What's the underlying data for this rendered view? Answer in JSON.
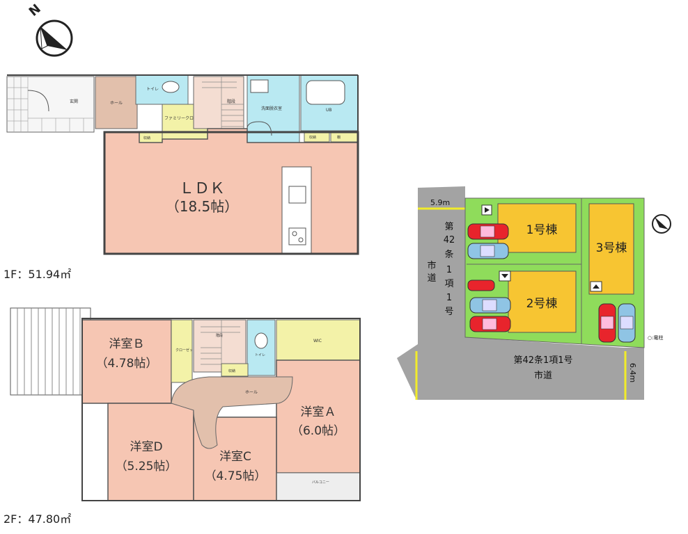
{
  "compass_north_label": "N",
  "floor1": {
    "area_label": "1F：51.94㎡",
    "rooms": {
      "ldk": "ＬＤＫ",
      "ldk_size": "（18.5帖）",
      "entrance": "玄関",
      "hall": "ホール",
      "toilet": "トイレ",
      "family_closet": "ファミリークローク",
      "stairs": "階段",
      "washroom": "洗面脱衣室",
      "bath": "UB",
      "storage1": "収納",
      "storage2": "収納",
      "shelf": "棚"
    }
  },
  "floor2": {
    "area_label": "2F：47.80㎡",
    "rooms": {
      "western_b": "洋室Ｂ",
      "western_b_size": "（4.78帖）",
      "western_a": "洋室Ａ",
      "western_a_size": "（6.0帖）",
      "western_c": "洋室C",
      "western_c_size": "（4.75帖）",
      "western_d": "洋室D",
      "western_d_size": "（5.25帖）",
      "hall": "ホール",
      "toilet": "トイレ",
      "wic": "WIC",
      "closet": "クローゼット",
      "storage": "収納",
      "stairs": "階段",
      "balcony": "バルコニー"
    }
  },
  "site_plan": {
    "top_road_width": "5.9m",
    "side_road_width": "6.4m",
    "left_road_lines": [
      "市",
      "道"
    ],
    "left_road_code_lines": [
      "第",
      "42",
      "条",
      "1",
      "項",
      "1",
      "号"
    ],
    "bottom_road_code": "第42条1項1号",
    "bottom_road_name": "市道",
    "buildings": {
      "b1": "1号棟",
      "b2": "2号棟",
      "b3": "3号棟"
    },
    "pole_legend": "○:電柱"
  },
  "colors": {
    "room_pink": "#f6c6b3",
    "water_cyan": "#b9e9f2",
    "closet_yellow": "#f3f2a8",
    "hall_brown": "#e2c0ac",
    "lot_green": "#8fdc5b",
    "building_gold": "#f7c532",
    "road_gray": "#a3a3a3",
    "road_yellow": "#f2ec2a",
    "car_red": "#e8242c",
    "car_blue": "#8fc4e4"
  }
}
